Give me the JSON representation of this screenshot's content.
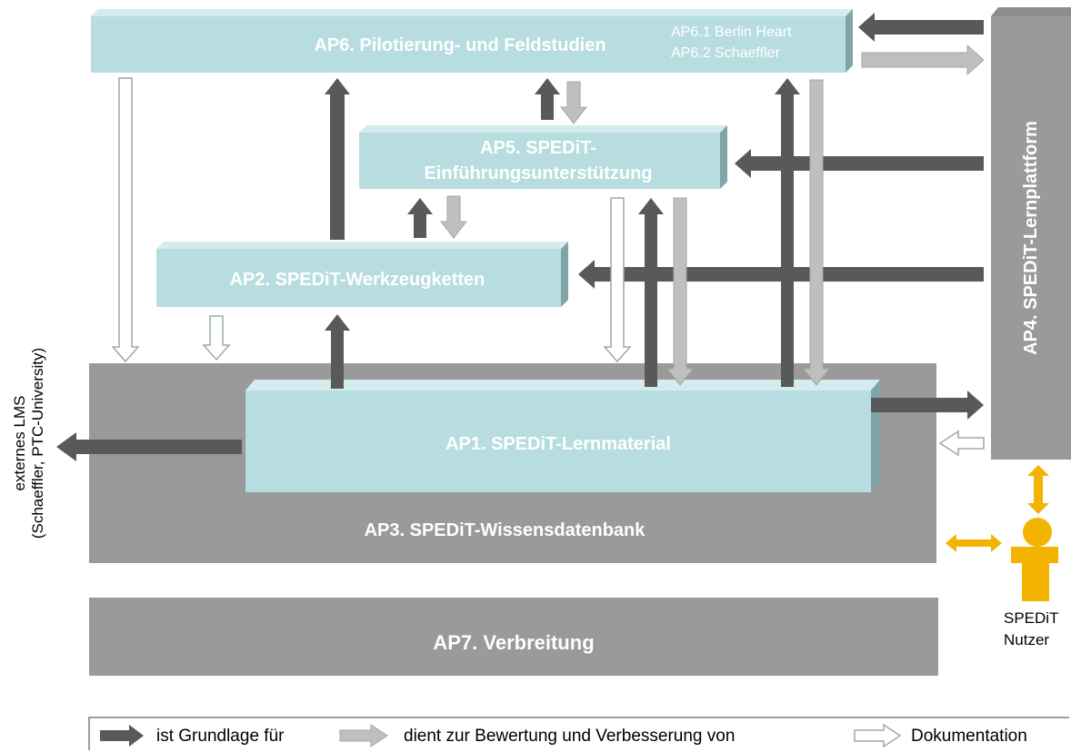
{
  "boxes": {
    "ap6": {
      "title": "AP6. Pilotierung- und Feldstudien",
      "sub1": "AP6.1 Berlin Heart",
      "sub2": "AP6.2 Schaeffler"
    },
    "ap5": {
      "line1": "AP5. SPEDiT-",
      "line2": "Einführungsunterstützung"
    },
    "ap2": {
      "title": "AP2. SPEDiT-Werkzeugketten"
    },
    "ap1": {
      "title": "AP1. SPEDiT-Lernmaterial"
    },
    "ap3": {
      "title": "AP3. SPEDiT-Wissensdatenbank"
    },
    "ap7": {
      "title": "AP7. Verbreitung"
    },
    "ap4": {
      "title": "AP4. SPEDiT-Lernplattform"
    }
  },
  "external": {
    "line1": "externes LMS",
    "line2": "(Schaeffler, PTC-University)"
  },
  "user": {
    "line1": "SPEDiT",
    "line2": "Nutzer"
  },
  "legend": {
    "basis": "ist Grundlage für",
    "evaluation": "dient zur Bewertung und Verbesserung von",
    "documentation": "Dokumentation"
  },
  "colors": {
    "box_light": "#b7dde0",
    "box_side": "#7fa5a8",
    "box_top": "#d4ecee",
    "gray_box": "#9a9a9a",
    "arrow_dark": "#595959",
    "arrow_light": "#bfbfbf",
    "arrow_outline": "#9aaaaa",
    "user": "#f2b400"
  }
}
